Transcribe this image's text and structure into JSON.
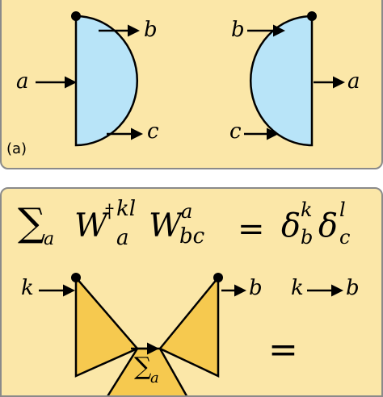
{
  "panel_a": {
    "tag": "(a)",
    "left_node": {
      "in": "a",
      "out_top": "b",
      "out_bottom": "c"
    },
    "right_node": {
      "in_top": "b",
      "in_bottom": "c",
      "out": "a"
    }
  },
  "panel_b": {
    "identity": {
      "sum_symbol": "∑",
      "sum_index": "a",
      "w": "W",
      "dagger": "†",
      "kl": "kl",
      "a_lower": "a",
      "w2": "W",
      "a_upper": "a",
      "bc": "bc",
      "equals": "=",
      "delta": "δ",
      "k": "k",
      "b": "b",
      "l": "l",
      "c": "c"
    },
    "diagram": {
      "k_label": "k",
      "b_label": "b",
      "sum_label": "∑",
      "sum_index": "a",
      "equals": "=",
      "rhs_k": "k",
      "rhs_b": "b"
    },
    "colors": {
      "blue_fill": "#b8e4f8",
      "yellow_fill": "#f6c94f",
      "panel_bg": "#fbe7a8",
      "border": "#8a8a8a"
    }
  }
}
